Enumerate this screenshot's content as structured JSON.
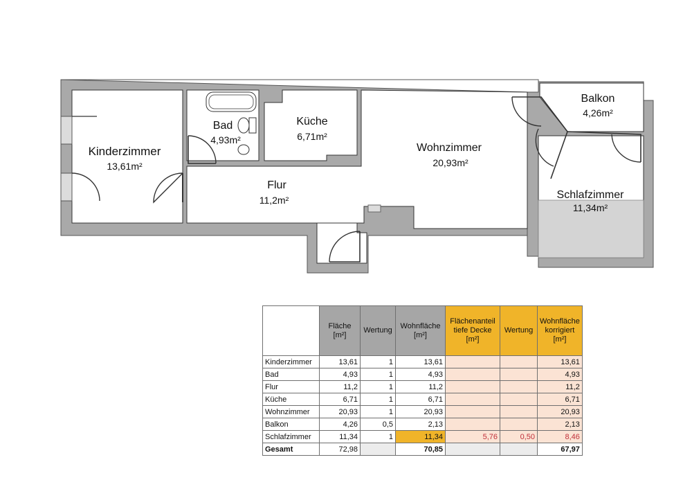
{
  "rooms": {
    "kinderzimmer": {
      "name": "Kinderzimmer",
      "area": "13,61m²"
    },
    "bad": {
      "name": "Bad",
      "area": "4,93m²"
    },
    "kueche": {
      "name": "Küche",
      "area": "6,71m²"
    },
    "wohnzimmer": {
      "name": "Wohnzimmer",
      "area": "20,93m²"
    },
    "balkon": {
      "name": "Balkon",
      "area": "4,26m²"
    },
    "flur": {
      "name": "Flur",
      "area": "11,2m²"
    },
    "schlafzimmer": {
      "name": "Schlafzimmer",
      "area": "11,34m²"
    }
  },
  "table": {
    "headers": {
      "flaeche": "Fläche [m²]",
      "wertung": "Wertung",
      "wohnflaeche": "Wohnfläche [m²]",
      "anteil": "Flächenanteil tiefe Decke [m²]",
      "wertung2": "Wertung",
      "korrigiert": "Wohnfläche korrigiert [m²]"
    },
    "rows": [
      {
        "name": "Kinderzimmer",
        "flaeche": "13,61",
        "wertung": "1",
        "wohnflaeche": "13,61",
        "anteil": "",
        "wertung2": "",
        "korrigiert": "13,61"
      },
      {
        "name": "Bad",
        "flaeche": "4,93",
        "wertung": "1",
        "wohnflaeche": "4,93",
        "anteil": "",
        "wertung2": "",
        "korrigiert": "4,93"
      },
      {
        "name": "Flur",
        "flaeche": "11,2",
        "wertung": "1",
        "wohnflaeche": "11,2",
        "anteil": "",
        "wertung2": "",
        "korrigiert": "11,2"
      },
      {
        "name": "Küche",
        "flaeche": "6,71",
        "wertung": "1",
        "wohnflaeche": "6,71",
        "anteil": "",
        "wertung2": "",
        "korrigiert": "6,71"
      },
      {
        "name": "Wohnzimmer",
        "flaeche": "20,93",
        "wertung": "1",
        "wohnflaeche": "20,93",
        "anteil": "",
        "wertung2": "",
        "korrigiert": "20,93"
      },
      {
        "name": "Balkon",
        "flaeche": "4,26",
        "wertung": "0,5",
        "wohnflaeche": "2,13",
        "anteil": "",
        "wertung2": "",
        "korrigiert": "2,13"
      },
      {
        "name": "Schlafzimmer",
        "flaeche": "11,34",
        "wertung": "1",
        "wohnflaeche": "11,34",
        "anteil": "5,76",
        "wertung2": "0,50",
        "korrigiert": "8,46"
      }
    ],
    "total": {
      "name": "Gesamt",
      "flaeche": "72,98",
      "wohnflaeche": "70,85",
      "korrigiert": "67,97"
    }
  },
  "colors": {
    "header_gray": "#a6a6a6",
    "header_gold": "#f0b429",
    "cell_pale": "#fbe3d4",
    "wall": "#a9a9a9",
    "text_red": "#c0303a"
  }
}
